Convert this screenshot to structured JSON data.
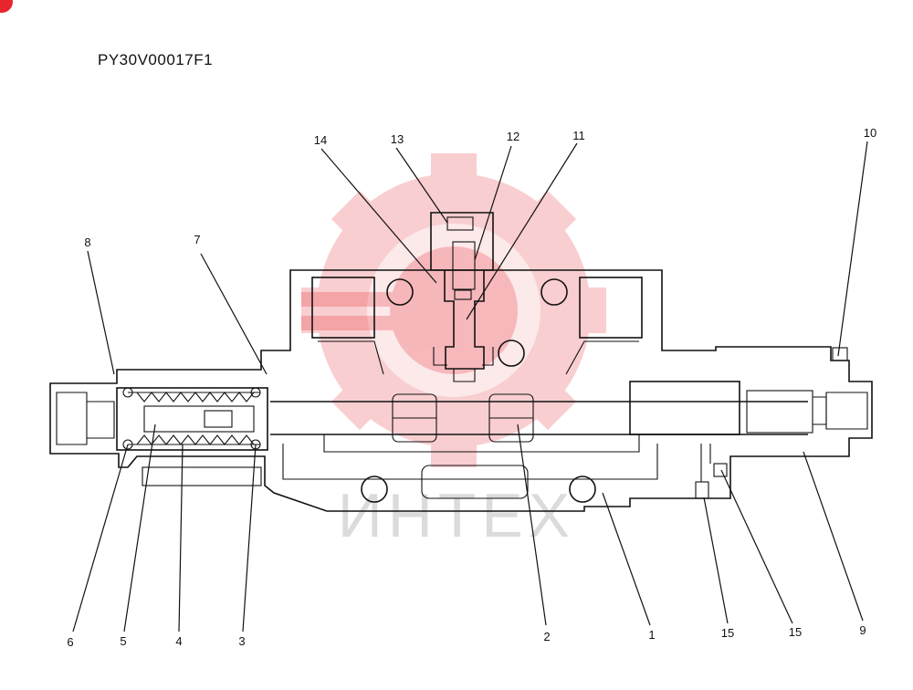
{
  "document": {
    "code": "PY30V00017F1"
  },
  "watermark": {
    "text": "ИНТЕХ",
    "color": "#e8262e"
  },
  "callouts": [
    {
      "id": "c1",
      "label": "1"
    },
    {
      "id": "c2",
      "label": "2"
    },
    {
      "id": "c3",
      "label": "3"
    },
    {
      "id": "c4",
      "label": "4"
    },
    {
      "id": "c5",
      "label": "5"
    },
    {
      "id": "c6",
      "label": "6"
    },
    {
      "id": "c7",
      "label": "7"
    },
    {
      "id": "c8",
      "label": "8"
    },
    {
      "id": "c9",
      "label": "9"
    },
    {
      "id": "c10",
      "label": "10"
    },
    {
      "id": "c11",
      "label": "11"
    },
    {
      "id": "c12",
      "label": "12"
    },
    {
      "id": "c13",
      "label": "13"
    },
    {
      "id": "c14",
      "label": "14"
    },
    {
      "id": "c15a",
      "label": "15"
    },
    {
      "id": "c15b",
      "label": "15"
    }
  ]
}
